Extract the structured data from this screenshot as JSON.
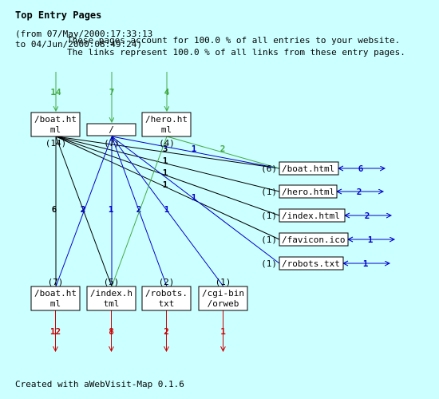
{
  "header": {
    "title": "Top Entry Pages",
    "from_line": "(from 07/May/2000:17:33:13",
    "to_line": "to 04/Jun/2000:08:49:24)",
    "pct_entries": "These pages account for 100.0 % of all entries to your website.",
    "pct_links": "The links represent 100.0 % of all links from these entry pages."
  },
  "colors": {
    "entry": "#44aa44",
    "link": "#0000cc",
    "exit": "#cc0000",
    "edge_black": "#000000"
  },
  "diagram": {
    "entry_pages": [
      {
        "id": "e1",
        "lines": [
          "/boat.ht",
          "ml"
        ],
        "entries": "14",
        "count": "(14)"
      },
      {
        "id": "e2",
        "lines": [
          "/"
        ],
        "entries": "7",
        "count": "(7)"
      },
      {
        "id": "e3",
        "lines": [
          "/hero.ht",
          "ml"
        ],
        "entries": "4",
        "count": "(4)"
      }
    ],
    "target_pages": [
      {
        "id": "t1",
        "label": "/boat.html",
        "count": "(6)",
        "out": "6"
      },
      {
        "id": "t2",
        "label": "/hero.html",
        "count": "(1)",
        "out": "2"
      },
      {
        "id": "t3",
        "label": "/index.html",
        "count": "(1)",
        "out": "2"
      },
      {
        "id": "t4",
        "label": "/favicon.ico",
        "count": "(1)",
        "out": "1"
      },
      {
        "id": "t5",
        "label": "/robots.txt",
        "count": "(1)",
        "out": "1"
      }
    ],
    "exit_pages": [
      {
        "id": "x1",
        "lines": [
          "/boat.ht",
          "ml"
        ],
        "count": "(7)",
        "exits": "12"
      },
      {
        "id": "x2",
        "lines": [
          "/index.h",
          "tml"
        ],
        "count": "(5)",
        "exits": "8"
      },
      {
        "id": "x3",
        "lines": [
          "/robots.",
          "txt"
        ],
        "count": "(2)",
        "exits": "2"
      },
      {
        "id": "x4",
        "lines": [
          "/cgi-bin",
          "/orweb"
        ],
        "count": "(1)",
        "exits": "1"
      }
    ],
    "edges": [
      {
        "from": "e1",
        "to": "t1",
        "label": "3",
        "color": "black"
      },
      {
        "from": "e1",
        "to": "t2",
        "label": "1",
        "color": "black"
      },
      {
        "from": "e1",
        "to": "t3",
        "label": "1",
        "color": "black"
      },
      {
        "from": "e1",
        "to": "t4",
        "label": "1",
        "color": "black"
      },
      {
        "from": "e1",
        "to": "x1",
        "label": "6",
        "color": "black"
      },
      {
        "from": "e1",
        "to": "x2",
        "label": "2",
        "color": "black"
      },
      {
        "from": "e2",
        "to": "t1",
        "label": "1",
        "color": "link"
      },
      {
        "from": "e2",
        "to": "t5",
        "label": "1",
        "color": "link"
      },
      {
        "from": "e2",
        "to": "x1",
        "label": "2",
        "color": "link"
      },
      {
        "from": "e2",
        "to": "x2",
        "label": "1",
        "color": "link"
      },
      {
        "from": "e2",
        "to": "x3",
        "label": "2",
        "color": "link"
      },
      {
        "from": "e2",
        "to": "x4",
        "label": "1",
        "color": "link"
      },
      {
        "from": "e3",
        "to": "t1",
        "label": "2",
        "color": "entry"
      },
      {
        "from": "e3",
        "to": "x2",
        "label": "",
        "color": "entry"
      }
    ]
  },
  "footer": {
    "text": "Created with aWebVisit-Map 0.1.6"
  }
}
